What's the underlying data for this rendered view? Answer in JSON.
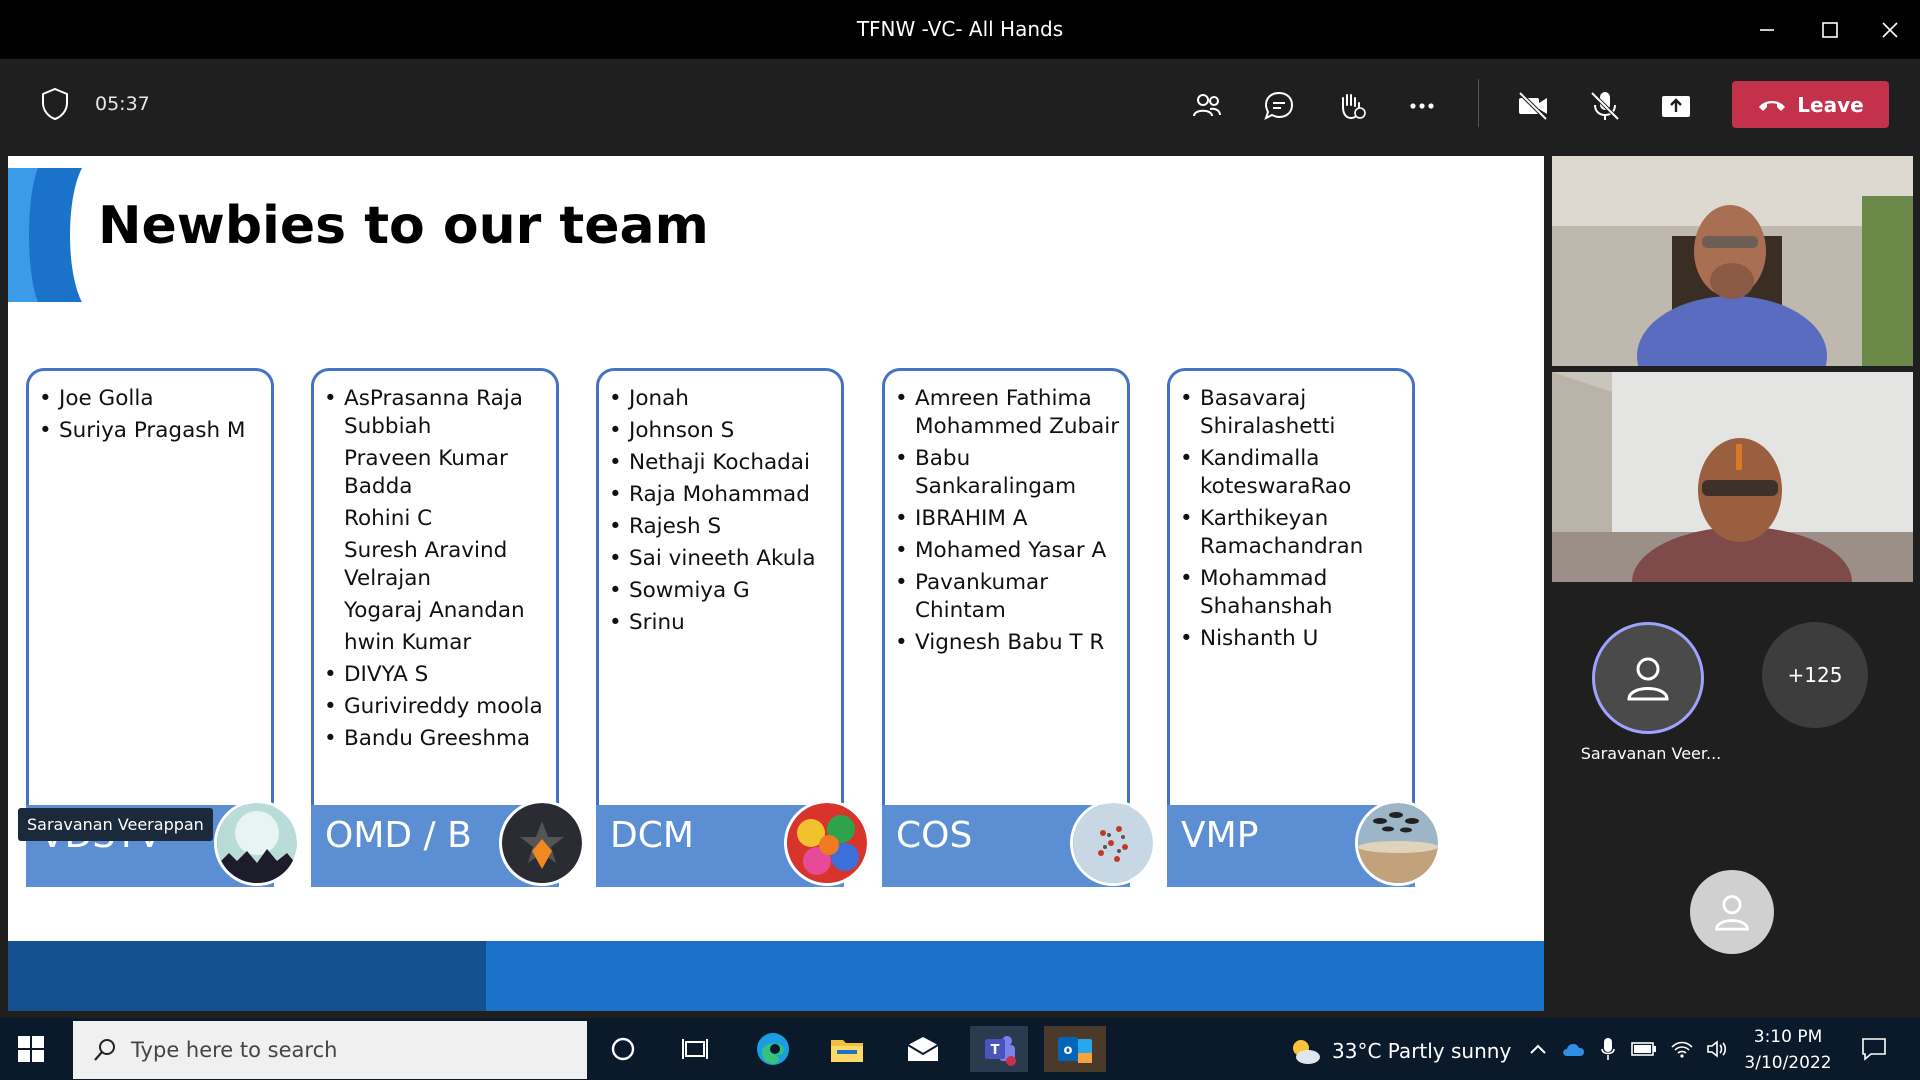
{
  "window": {
    "title": "TFNW -VC- All Hands"
  },
  "meeting": {
    "timer": "05:37",
    "leave_label": "Leave"
  },
  "slide": {
    "title": "Newbies to our team",
    "teams": [
      {
        "name": "VDSTV",
        "members": [
          {
            "text": "Joe Golla",
            "bullet": true
          },
          {
            "text": "Suriya Pragash M",
            "bullet": true
          }
        ]
      },
      {
        "name": "OMD / B",
        "members": [
          {
            "text": "AsPrasanna Raja Subbiah",
            "bullet": true
          },
          {
            "text": "Praveen Kumar Badda",
            "bullet": false
          },
          {
            "text": "Rohini C",
            "bullet": false
          },
          {
            "text": "Suresh Aravind Velrajan",
            "bullet": false
          },
          {
            "text": "Yogaraj Anandan",
            "bullet": false
          },
          {
            "text": "hwin Kumar",
            "bullet": false
          },
          {
            "text": "DIVYA S",
            "bullet": true
          },
          {
            "text": "Guriviredd‌y moola",
            "bullet": true
          },
          {
            "text": "Bandu Greeshma",
            "bullet": true
          }
        ]
      },
      {
        "name": "DCM",
        "members": [
          {
            "text": "Jonah",
            "bullet": true
          },
          {
            "text": "Johnson S",
            "bullet": true
          },
          {
            "text": "Nethaji Kochadai",
            "bullet": true
          },
          {
            "text": "Raja Mohammad",
            "bullet": true
          },
          {
            "text": "Rajesh S",
            "bullet": true
          },
          {
            "text": "Sai vineeth Akula",
            "bullet": true
          },
          {
            "text": "Sowmiya G",
            "bullet": true
          },
          {
            "text": "Srinu",
            "bullet": true
          }
        ]
      },
      {
        "name": "COS",
        "members": [
          {
            "text": "Amreen Fathima Mohammed Zubair",
            "bullet": true
          },
          {
            "text": "Babu Sankaralingam",
            "bullet": true
          },
          {
            "text": "IBRAHIM A",
            "bullet": true
          },
          {
            "text": "Mohamed Yasar A",
            "bullet": true
          },
          {
            "text": "Pavankumar Chintam",
            "bullet": true
          },
          {
            "text": "Vignesh Babu T R",
            "bullet": true
          }
        ]
      },
      {
        "name": "VMP",
        "members": [
          {
            "text": "Basavaraj Shiralashetti",
            "bullet": true
          },
          {
            "text": "Kandimalla koteswaraRao",
            "bullet": true
          },
          {
            "text": "Karthikeyan Ramachandran",
            "bullet": true
          },
          {
            "text": "Mohammad Shahanshah",
            "bullet": true
          },
          {
            "text": "Nishanth U",
            "bullet": true
          }
        ]
      }
    ]
  },
  "presenter_label": "Saravanan Veerappan",
  "gallery": {
    "participant_name": "Saravanan Veer...",
    "overflow_count": "+125"
  },
  "taskbar": {
    "search_placeholder": "Type here to search",
    "weather": "33°C  Partly sunny",
    "time": "3:10 PM",
    "date": "3/10/2022"
  },
  "colors": {
    "leave": "#c4314b",
    "slide_accent": "#4472c4",
    "team_bar": "#5b8ed3",
    "footer_blue": "#1a73c8",
    "avatar_ring": "#9fa3ff"
  }
}
